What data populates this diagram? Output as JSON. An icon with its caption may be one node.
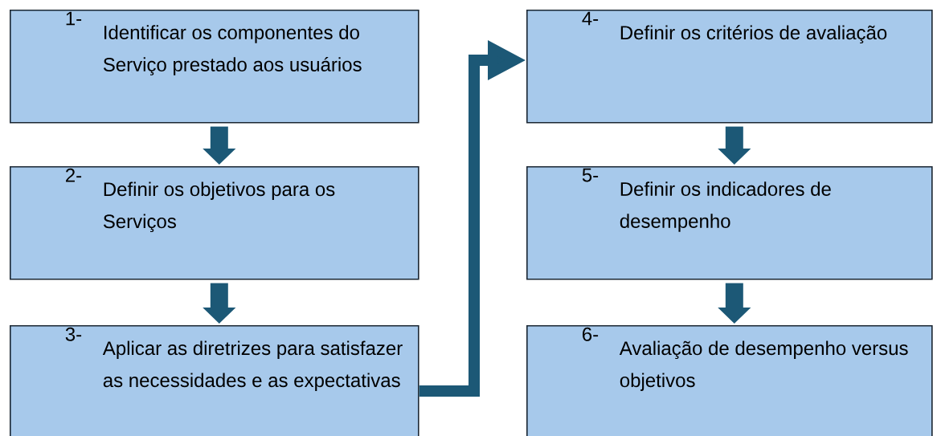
{
  "diagram": {
    "nodes": [
      {
        "text": [
          "1-",
          "Identificar os componentes do Serviço prestado aos usuários"
        ]
      },
      {
        "text": [
          "2-",
          "Definir os objetivos para os Serviços"
        ]
      },
      {
        "text": [
          "3-",
          "Aplicar as diretrizes para satisfazer as necessidades e as expectativas"
        ]
      },
      {
        "text": [
          "4-",
          "Definir os critérios de avaliação"
        ]
      },
      {
        "text": [
          "5-",
          "Definir os indicadores de desempenho"
        ]
      },
      {
        "text": [
          "6-",
          "Avaliação de desempenho versus objetivos"
        ]
      }
    ],
    "edges": [
      {
        "from": 0,
        "to": 1,
        "arrow": "to"
      },
      {
        "from": 1,
        "to": 2,
        "arrow": "to"
      },
      {
        "from": 2,
        "to": 3,
        "arrow": "to"
      },
      {
        "from": 3,
        "to": 4,
        "arrow": "to"
      },
      {
        "from": 4,
        "to": 5,
        "arrow": "to"
      }
    ]
  }
}
